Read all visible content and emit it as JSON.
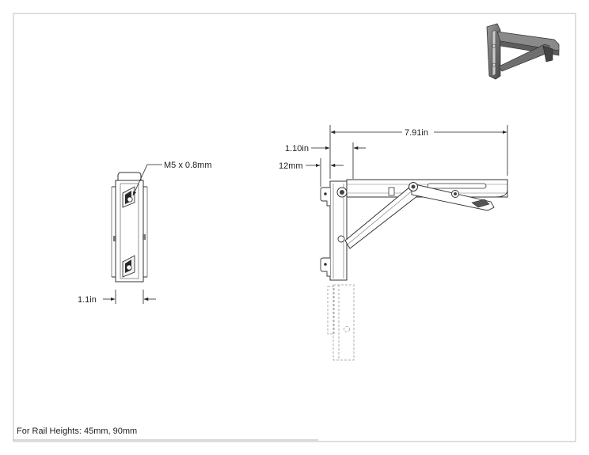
{
  "drawing": {
    "dimensions": {
      "overall_width": "7.91in",
      "top_offset": "1.10in",
      "rail_offset": "12mm",
      "side_thickness": "1.1in",
      "thread": "M5 x 0.8mm"
    },
    "note": "For Rail Heights: 45mm, 90mm"
  }
}
